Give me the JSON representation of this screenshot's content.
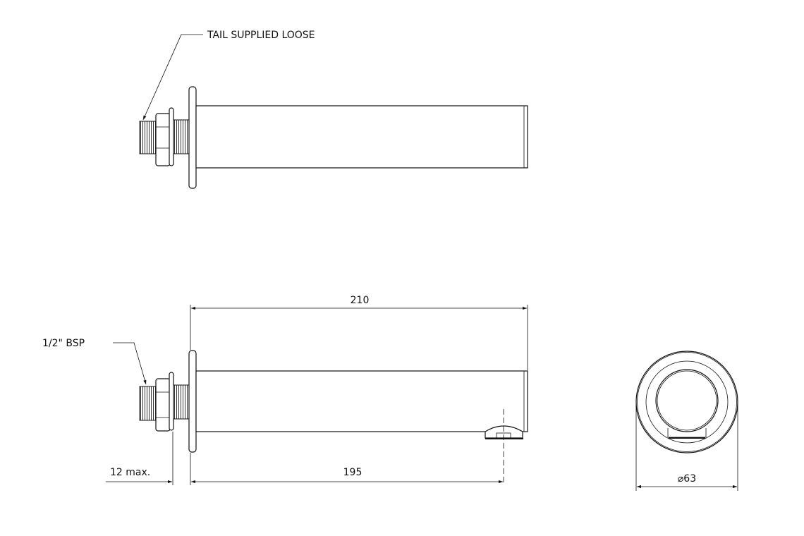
{
  "annotations": {
    "tail_note": "TAIL SUPPLIED LOOSE",
    "thread_note": "1/2\" BSP"
  },
  "dimensions": {
    "overall_length": "210",
    "spout_length": "195",
    "wall_max": "12 max.",
    "diameter": "⌀63"
  },
  "colors": {
    "line": "#111111",
    "background": "#ffffff"
  }
}
